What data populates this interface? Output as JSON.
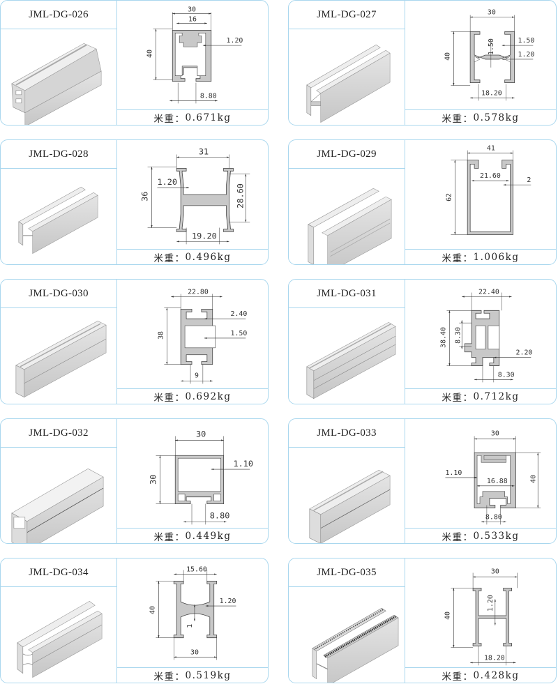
{
  "weight_label": "米重：",
  "colors": {
    "border": "#a9d7ee",
    "profile_fill": "#c8c8c8",
    "profile_stroke": "#444444",
    "text": "#222222"
  },
  "products": [
    {
      "code": "JML-DG-026",
      "weight": "0.671kg",
      "dims": [
        "30",
        "16",
        "1.20",
        "40",
        "8.80"
      ]
    },
    {
      "code": "JML-DG-027",
      "weight": "0.578kg",
      "dims": [
        "30",
        "1.50",
        "1.50",
        "1.20",
        "40",
        "18.20"
      ]
    },
    {
      "code": "JML-DG-028",
      "weight": "0.496kg",
      "dims": [
        "31",
        "1.20",
        "36",
        "28.60",
        "19.20"
      ]
    },
    {
      "code": "JML-DG-029",
      "weight": "1.006kg",
      "dims": [
        "41",
        "21.60",
        "2",
        "62"
      ]
    },
    {
      "code": "JML-DG-030",
      "weight": "0.692kg",
      "dims": [
        "22.80",
        "2.40",
        "38",
        "1.50",
        "9"
      ]
    },
    {
      "code": "JML-DG-031",
      "weight": "0.712kg",
      "dims": [
        "22.40",
        "38.40",
        "8.30",
        "2.20",
        "8.30"
      ]
    },
    {
      "code": "JML-DG-032",
      "weight": "0.449kg",
      "dims": [
        "30",
        "1.10",
        "30",
        "8.80"
      ]
    },
    {
      "code": "JML-DG-033",
      "weight": "0.533kg",
      "dims": [
        "30",
        "1.10",
        "16.88",
        "40",
        "8.80"
      ]
    },
    {
      "code": "JML-DG-034",
      "weight": "0.519kg",
      "dims": [
        "15.60",
        "1.20",
        "40",
        "1",
        "30"
      ]
    },
    {
      "code": "JML-DG-035",
      "weight": "0.428kg",
      "dims": [
        "30",
        "1.20",
        "40",
        "18.20"
      ]
    }
  ]
}
